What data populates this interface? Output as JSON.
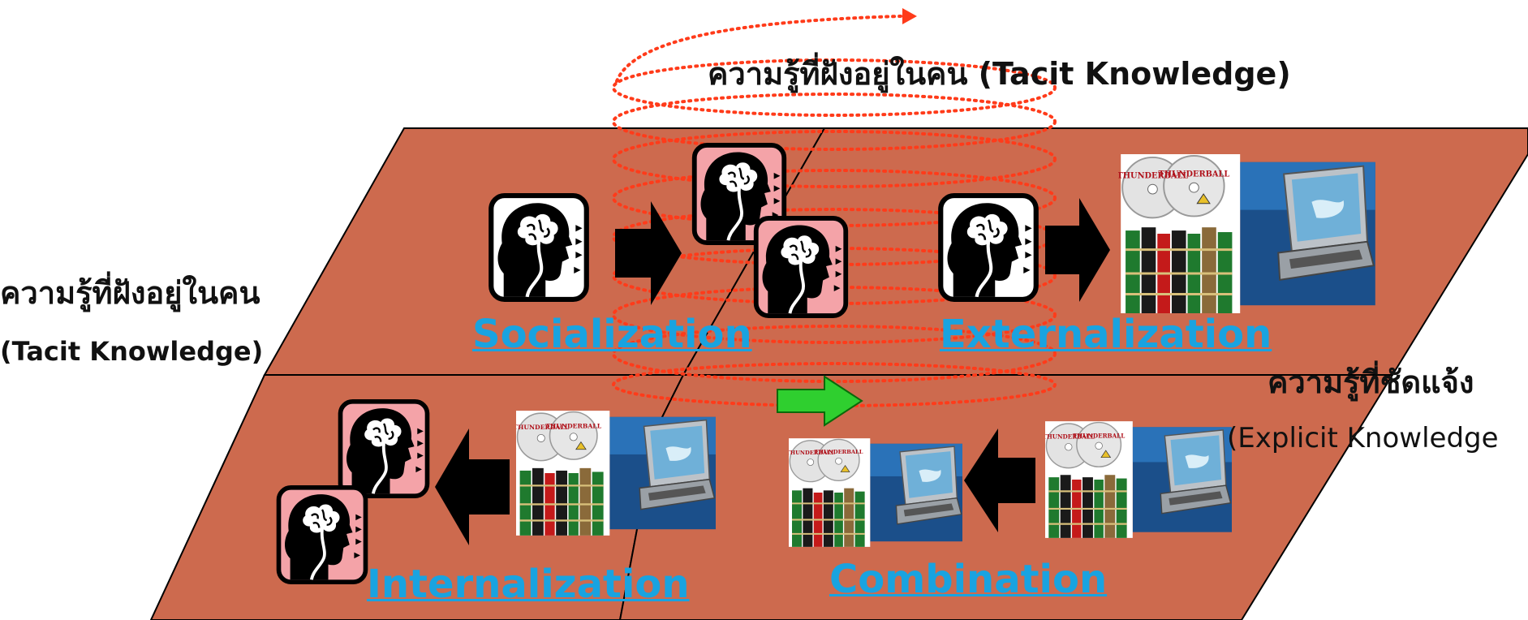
{
  "labels": {
    "top_title": "ความรู้ที่ฝังอยู่ในคน (Tacit Knowledge)",
    "left_thai": "ความรู้ที่ฝังอยู่ในคน",
    "left_en": "(Tacit Knowledge)",
    "right_thai": "ความรู้ที่ชัดแจ้ง",
    "right_en": "(Explicit Knowledge"
  },
  "quadrants": {
    "socialization": "Socialization",
    "externalization": "Externalization",
    "internalization": "Internalization",
    "combination": "Combination"
  },
  "colors": {
    "plane_fill": "#cd6a4e",
    "link_blue": "#19a3e0",
    "spiral_red": "#ff3b1a",
    "head_pink": "#f4a3a8",
    "green_arrow": "#2fcf2f"
  },
  "icons": [
    "person-head-icon",
    "cd-books-laptop-icon",
    "arrow-right-icon",
    "arrow-left-icon",
    "green-arrow-icon"
  ]
}
